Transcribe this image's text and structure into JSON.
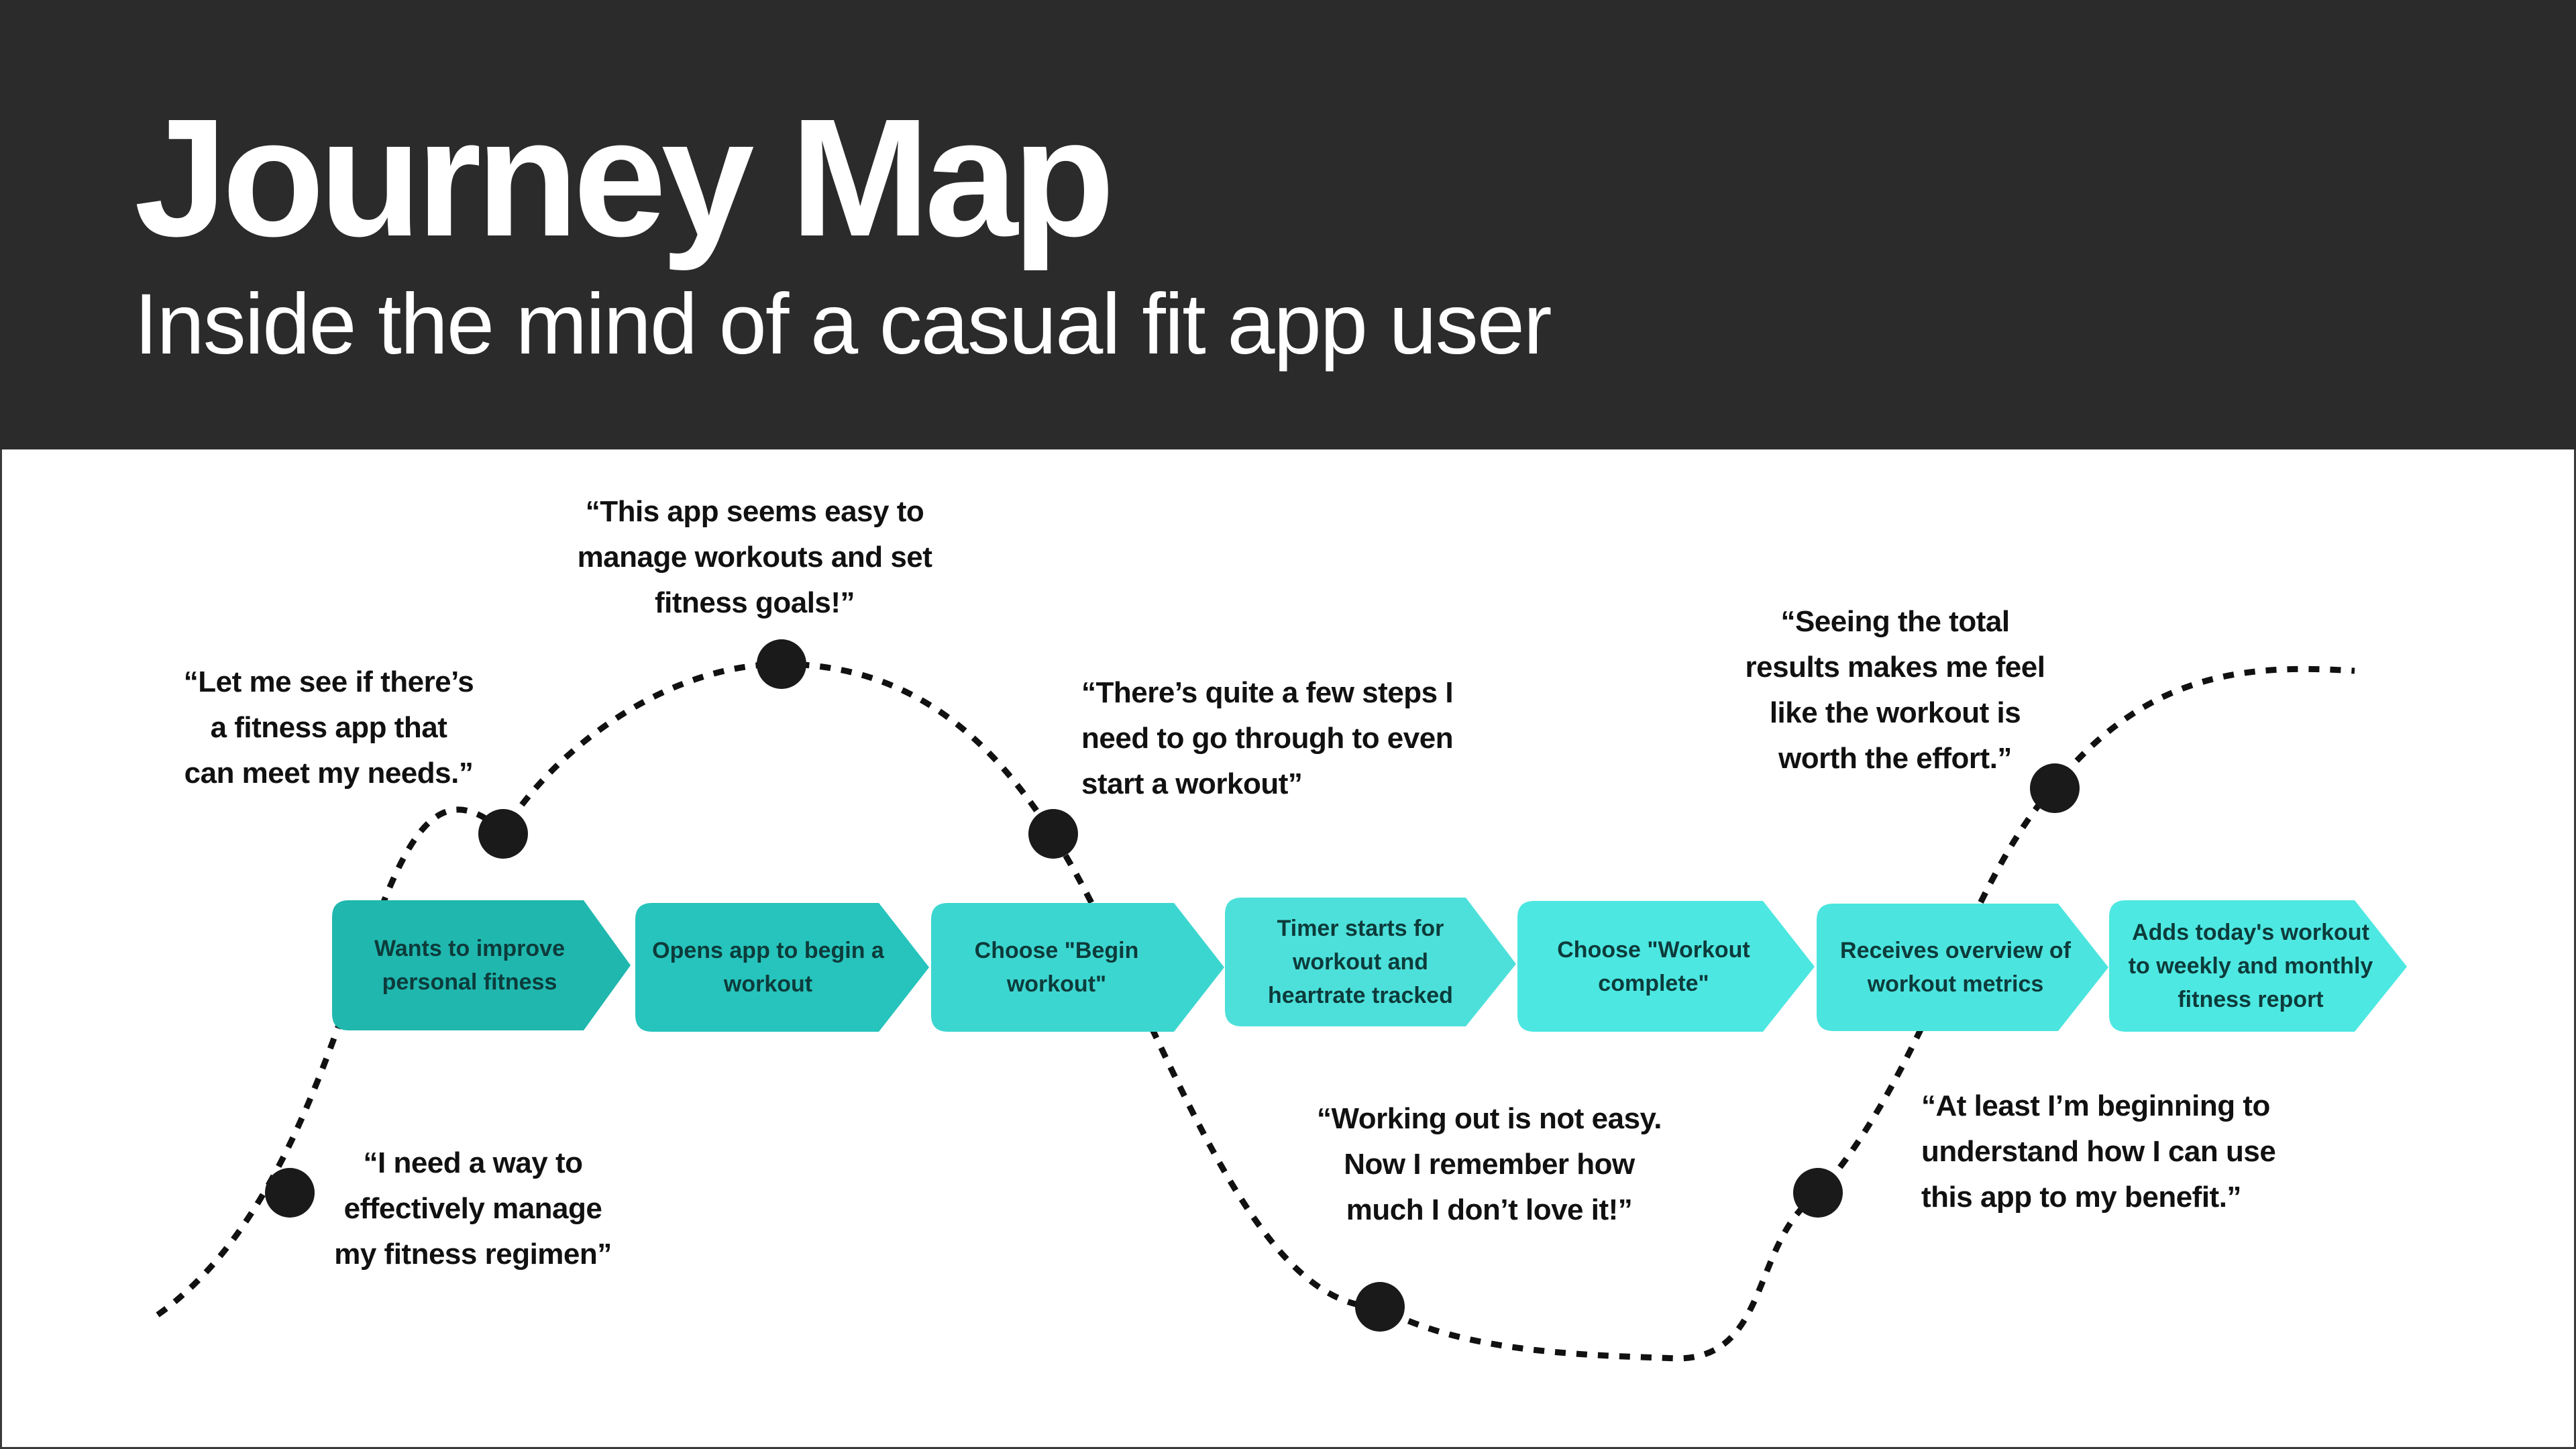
{
  "header": {
    "title": "Journey Map",
    "subtitle": "Inside the mind of a casual fit app user"
  },
  "steps": [
    {
      "label": "Wants to improve\npersonal fitness",
      "color": "#1fb7ae"
    },
    {
      "label": "Opens app to begin a\nworkout",
      "color": "#26c4bc"
    },
    {
      "label": "Choose \"Begin\nworkout\"",
      "color": "#3cd6d0"
    },
    {
      "label": "Timer starts for\nworkout and\nheartrate tracked",
      "color": "#4de0da"
    },
    {
      "label": "Choose \"Workout\ncomplete\"",
      "color": "#4ce7e1"
    },
    {
      "label": "Receives overview of\nworkout metrics",
      "color": "#4be4de"
    },
    {
      "label": "Adds today's workout\nto weekly and monthly\nfitness report",
      "color": "#4ee8e2"
    }
  ],
  "quotes": [
    {
      "text": "“I need a way to\neffectively manage\nmy fitness regimen”"
    },
    {
      "text": "“Let me see if there’s\na fitness app that\ncan meet my needs.”"
    },
    {
      "text": "“This app seems easy to\nmanage workouts and set\nfitness goals!”"
    },
    {
      "text": "“There’s quite a few steps I\nneed to go through to even\nstart a workout”"
    },
    {
      "text": "“Working out is not easy.\nNow I remember how\nmuch I don’t love it!”"
    },
    {
      "text": "“At least I’m beginning to\nunderstand how I can use\nthis app to my benefit.”"
    },
    {
      "text": "“Seeing the total\nresults makes me feel\nlike the workout is\nworth the effort.”"
    }
  ],
  "colors": {
    "header_bg": "#2b2b2b",
    "curve": "#111111",
    "marker": "#1a1a1a"
  }
}
